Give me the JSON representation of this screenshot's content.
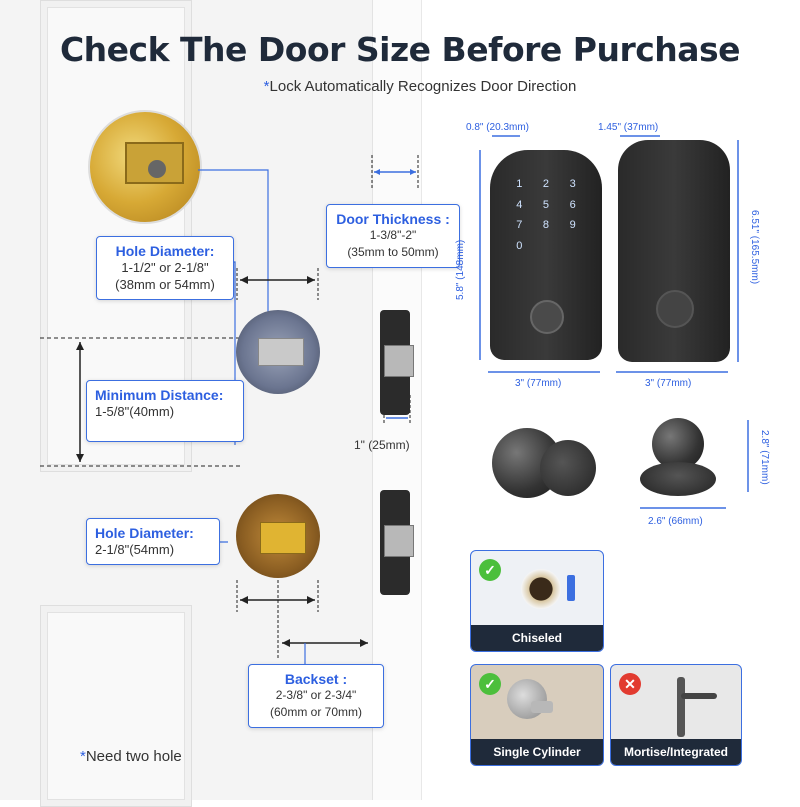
{
  "header": {
    "title": "Check The Door Size Before Purchase",
    "subtitle_star": "*",
    "subtitle": "Lock Automatically Recognizes Door Direction"
  },
  "callouts": {
    "hole_diameter_top": {
      "title": "Hole Diameter:",
      "line1": "1-1/2\" or 2-1/8\"",
      "line2": "(38mm or 54mm)"
    },
    "minimum_distance": {
      "title": "Minimum Distance:",
      "line1": "1-5/8\"(40mm)"
    },
    "hole_diameter_bottom": {
      "title": "Hole Diameter:",
      "line1": "2-1/8\"(54mm)"
    },
    "door_thickness": {
      "title": "Door Thickness :",
      "line1": "1-3/8\"-2\"",
      "line2": "(35mm to 50mm)"
    },
    "backset": {
      "title": "Backset :",
      "line1": "2-3/8\" or 2-3/4\"",
      "line2": "(60mm or 70mm)"
    }
  },
  "dimensions": {
    "latch_width": "1\" (25mm)",
    "deadbolt_front_depth": "0.8\" (20.3mm)",
    "deadbolt_back_depth": "1.45\" (37mm)",
    "deadbolt_front_height": "5.8\" (148mm)",
    "deadbolt_back_height": "6.51\" (165.5mm)",
    "deadbolt_front_width": "3\" (77mm)",
    "deadbolt_back_width": "3\" (77mm)",
    "knob_height": "2.8\" (71mm)",
    "knob_width": "2.6\" (66mm)"
  },
  "keypad": {
    "keys": [
      "1",
      "2",
      "3",
      "4",
      "5",
      "6",
      "7",
      "8",
      "9",
      "0"
    ]
  },
  "cards": [
    {
      "label": "Chiseled",
      "status": "ok"
    },
    {
      "label": "Single Cylinder",
      "status": "ok"
    },
    {
      "label": "Mortise/Integrated",
      "status": "no"
    }
  ],
  "footnote": {
    "star": "*",
    "text": "Need two hole"
  },
  "colors": {
    "accent": "#2d5fe0",
    "title": "#1f2a3a",
    "ok": "#4cbf3c",
    "no": "#e23b30"
  }
}
